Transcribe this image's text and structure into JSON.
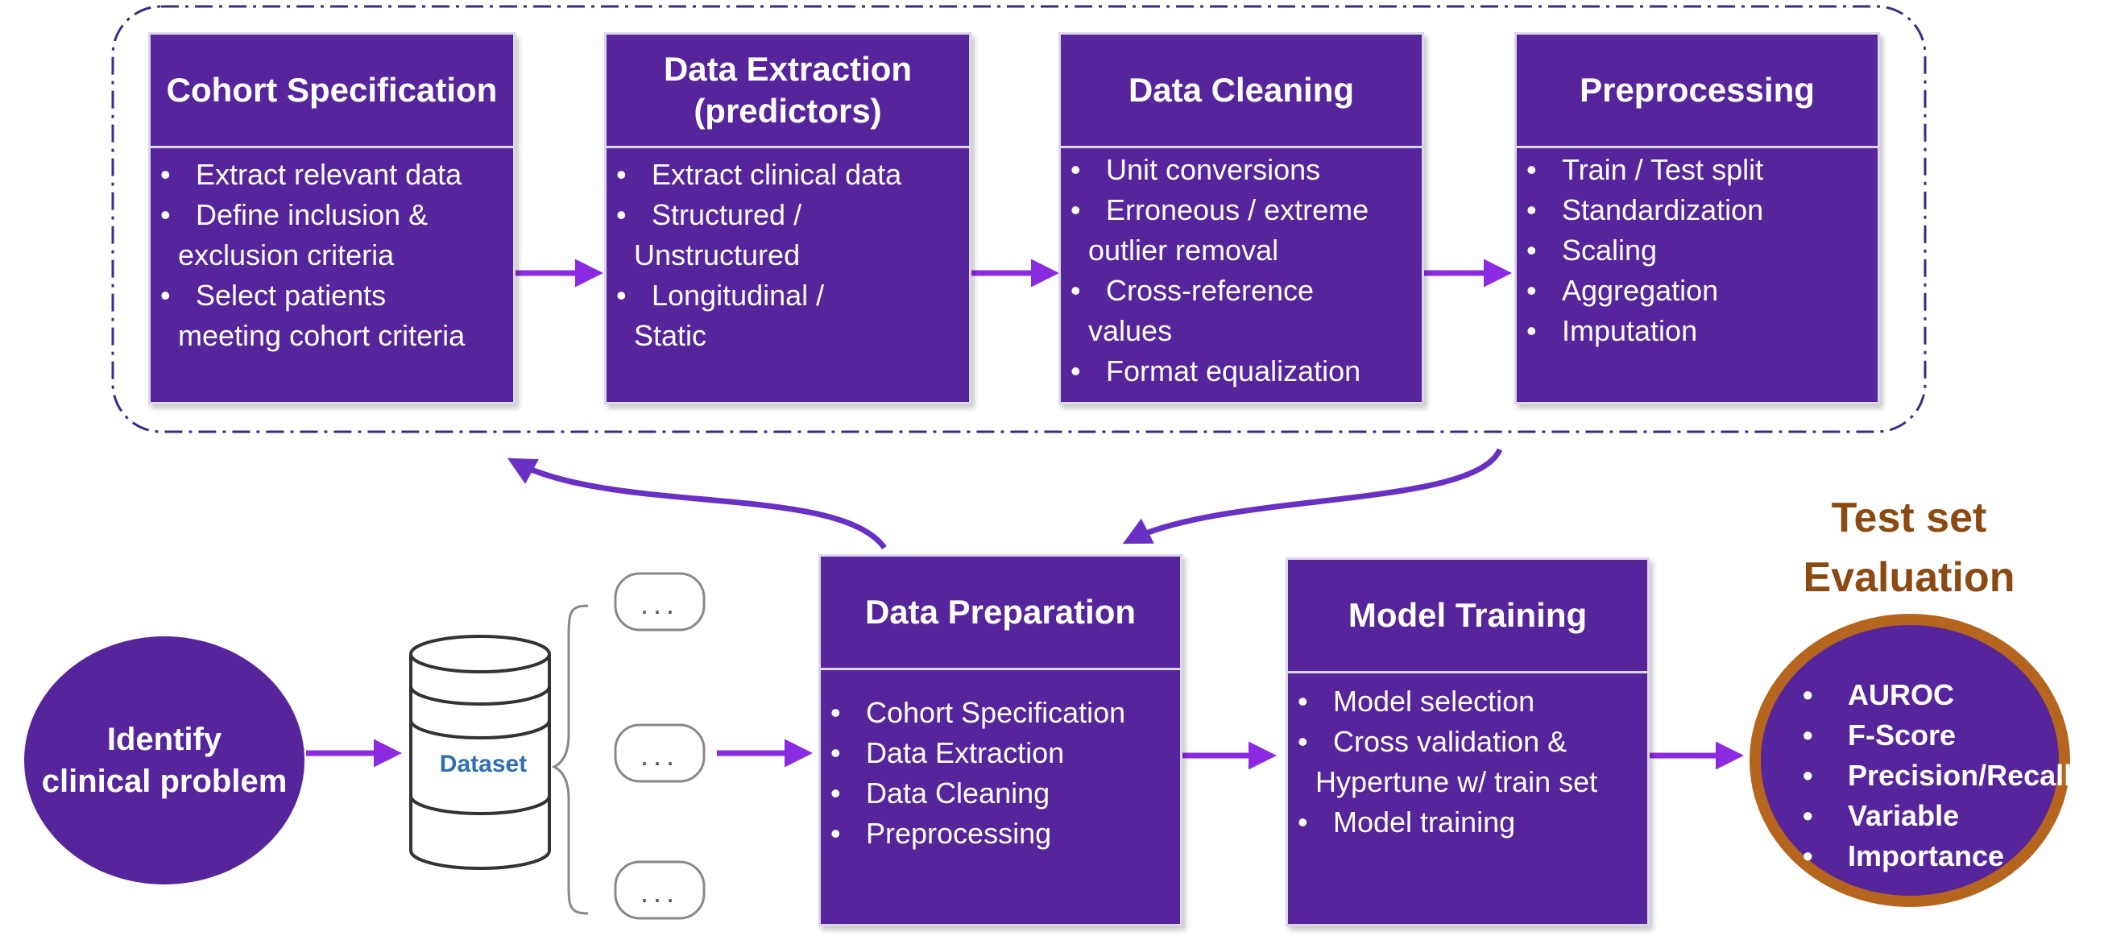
{
  "colors": {
    "box_fill": "#56259b",
    "arrow": "#8a2be2",
    "dashed_frame": "#3d2a85",
    "evaluation_title": "#8b4a12",
    "evaluation_ring": "#b5651d",
    "dataset_label": "#2f6db5"
  },
  "pipeline": {
    "cohort": {
      "title": "Cohort Specification",
      "items": [
        "Extract relevant data",
        "Define inclusion &",
        "exclusion criteria",
        "Select patients",
        "meeting cohort criteria"
      ]
    },
    "extraction": {
      "title_line1": "Data Extraction",
      "title_line2": "(predictors)",
      "items": [
        "Extract clinical data",
        "Structured /",
        "Unstructured",
        "Longitudinal /",
        "Static"
      ]
    },
    "cleaning": {
      "title": "Data Cleaning",
      "items": [
        "Unit conversions",
        "Erroneous / extreme",
        "outlier removal",
        "Cross-reference",
        "values",
        "Format equalization"
      ]
    },
    "preprocessing": {
      "title": "Preprocessing",
      "items": [
        "Train / Test split",
        "Standardization",
        "Scaling",
        "Aggregation",
        "Imputation"
      ]
    }
  },
  "main": {
    "problem_line1": "Identify",
    "problem_line2": "clinical problem",
    "dataset_label": "Dataset",
    "ellipsis": "...",
    "preparation": {
      "title": "Data Preparation",
      "items": [
        "Cohort Specification",
        "Data Extraction",
        "Data Cleaning",
        "Preprocessing"
      ]
    },
    "training": {
      "title": "Model Training",
      "items": [
        "Model selection",
        "Cross validation &",
        "Hypertune w/ train set",
        "Model training"
      ]
    },
    "evaluation": {
      "title_line1": "Test set",
      "title_line2": "Evaluation",
      "items": [
        "AUROC",
        "F-Score",
        "Precision/Recall",
        "Variable",
        "Importance"
      ]
    }
  }
}
